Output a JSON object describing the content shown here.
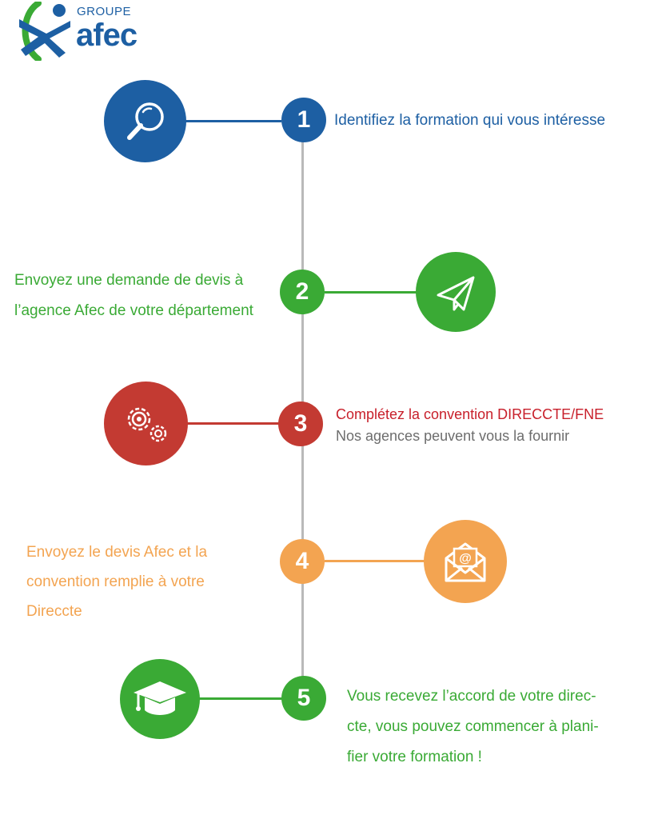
{
  "logo": {
    "small": "GROUPE",
    "big": "afec"
  },
  "colors": {
    "blue": "#1d5fa3",
    "green": "#3aaa35",
    "red": "#c33a32",
    "orange": "#f3a451",
    "line": "#b9b9b9"
  },
  "steps": [
    {
      "number": "1",
      "icon": "magnifier-icon",
      "lines": [
        "Identifiez la formation qui vous intéresse"
      ]
    },
    {
      "number": "2",
      "icon": "paper-plane-icon",
      "lines": [
        "Envoyez une demande de devis à",
        "l’agence Afec de votre département"
      ]
    },
    {
      "number": "3",
      "icon": "gears-icon",
      "lines": [
        "Complétez la convention DIRECCTE/FNE",
        "Nos agences peuvent vous la fournir"
      ]
    },
    {
      "number": "4",
      "icon": "email-envelope-icon",
      "lines": [
        "Envoyez le devis Afec et la",
        "convention remplie à votre",
        "Direccte"
      ]
    },
    {
      "number": "5",
      "icon": "graduation-cap-icon",
      "lines": [
        "Vous recevez l’accord de votre direc-",
        "cte, vous pouvez commencer à plani-",
        "fier votre formation !"
      ]
    }
  ]
}
